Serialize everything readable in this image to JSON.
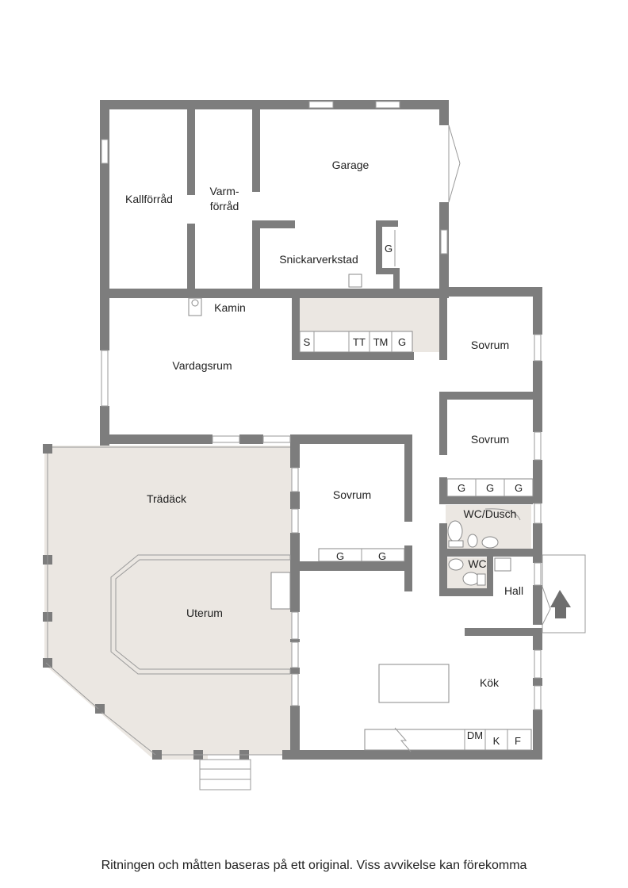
{
  "rooms": {
    "kallforrad": "Kallförråd",
    "varmforrad_1": "Varm-",
    "varmforrad_2": "förråd",
    "garage": "Garage",
    "snickarverkstad": "Snickarverkstad",
    "kamin": "Kamin",
    "vardagsrum": "Vardagsrum",
    "sovrum_1": "Sovrum",
    "sovrum_2": "Sovrum",
    "sovrum_3": "Sovrum",
    "tradack": "Trädäck",
    "uterum": "Uterum",
    "wc_dusch": "WC/Dusch",
    "wc": "WC",
    "hall": "Hall",
    "kok": "Kök"
  },
  "fixtures": {
    "garage_g": "G",
    "s": "S",
    "tt": "TT",
    "tm": "TM",
    "laundry_g": "G",
    "wardrobe_sovrum2": [
      "G",
      "G",
      "G"
    ],
    "wardrobe_sovrum3": [
      "G",
      "G"
    ],
    "dm": "DM",
    "k": "K",
    "f": "F"
  },
  "footer": {
    "disclaimer": "Ritningen och måtten baseras på ett original. Viss avvikelse kan förekomma"
  },
  "colors": {
    "wall": "#7d7d7d",
    "floor_fill": "#ebe7e2",
    "background": "#ffffff"
  }
}
